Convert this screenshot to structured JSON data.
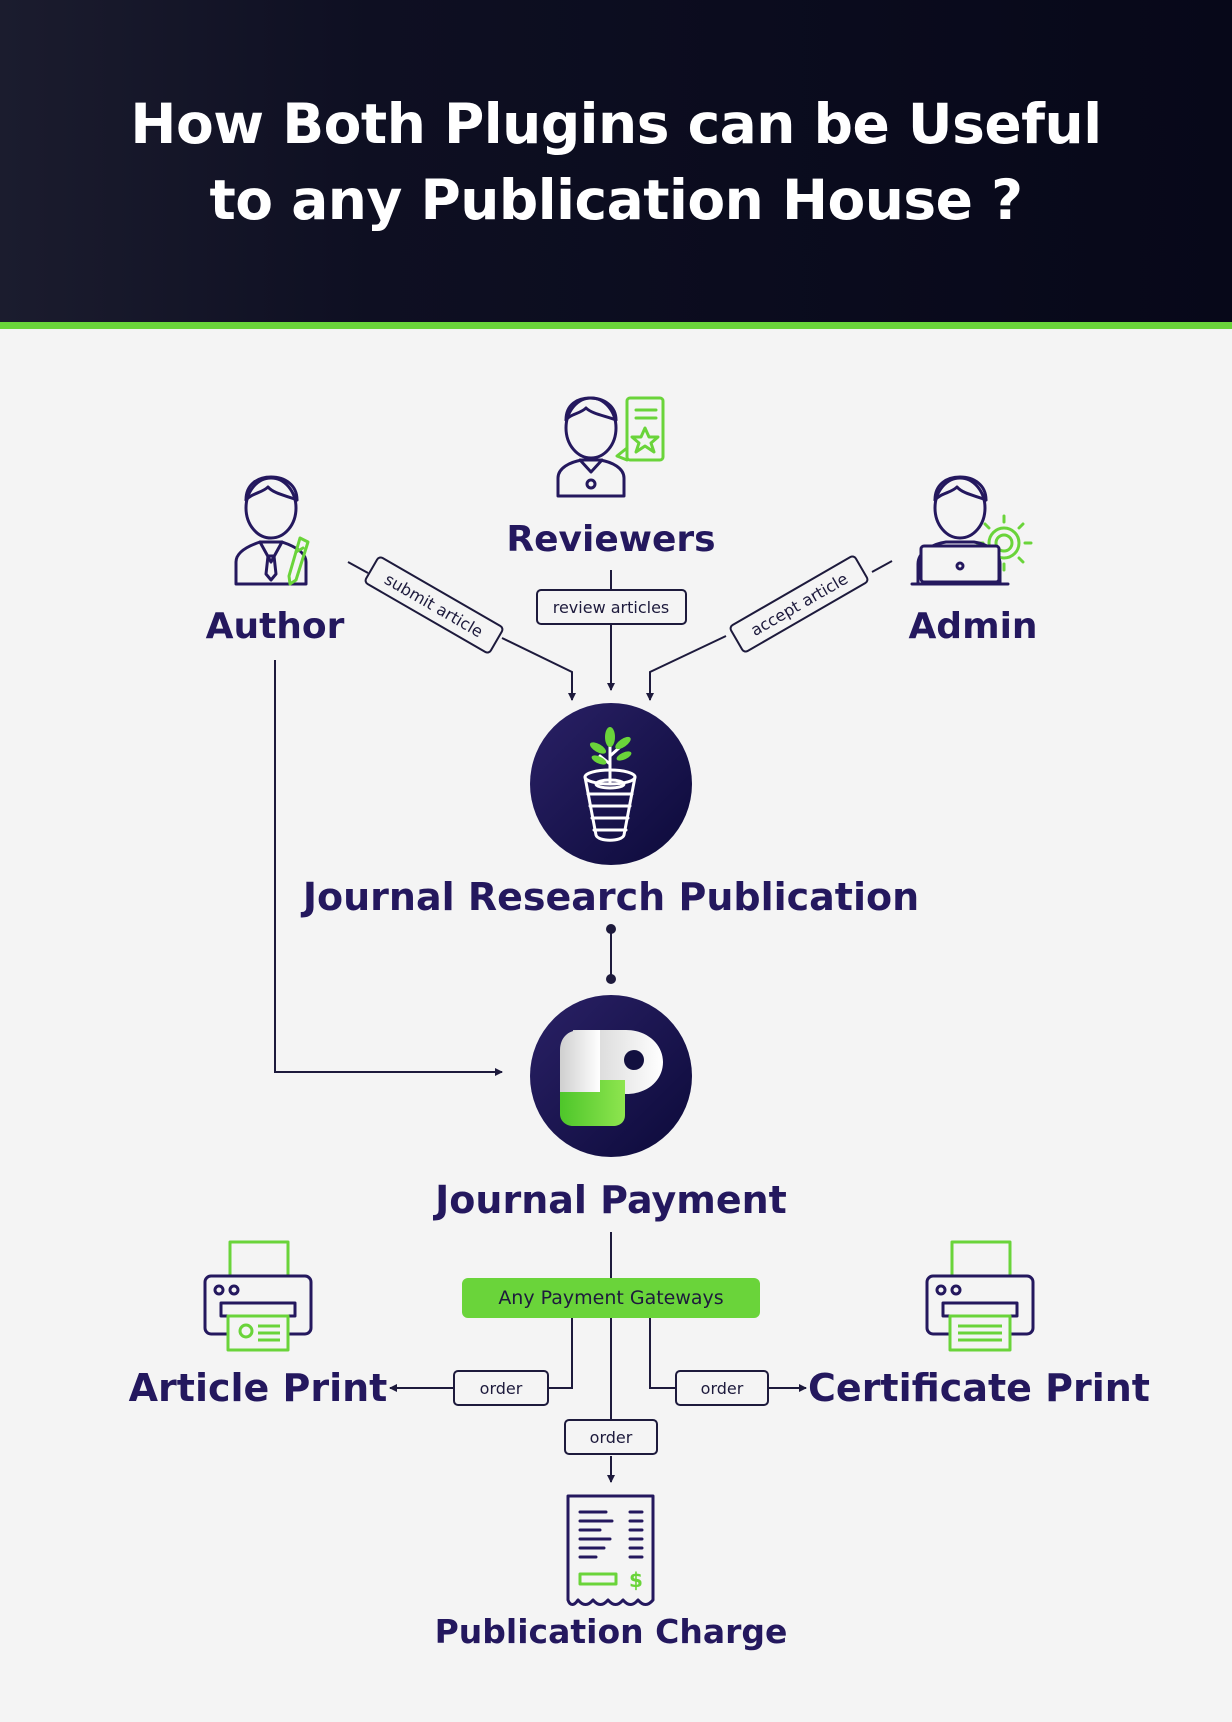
{
  "header": {
    "title_line1": "How Both Plugins can be Useful",
    "title_line2": "to any Publication House ?"
  },
  "nodes": {
    "reviewers": "Reviewers",
    "author": "Author",
    "admin": "Admin",
    "journal_research": "Journal Research Publication",
    "journal_payment": "Journal Payment",
    "article_print": "Article Print",
    "certificate_print": "Certificate Print",
    "publication_charge": "Publication Charge"
  },
  "edges": {
    "submit_article": "submit article",
    "review_articles": "review articles",
    "accept_article": "accept article",
    "gateway": "Any Payment Gateways",
    "order_left": "order",
    "order_right": "order",
    "order_bottom": "order"
  },
  "colors": {
    "navy": "#24185e",
    "green": "#6ad43a",
    "header_bg": "#0a0b1f",
    "page_bg": "#f4f4f4"
  },
  "icons": [
    "reviewer-icon",
    "author-icon",
    "admin-icon",
    "plant-cup-logo",
    "p-logo",
    "printer-icon",
    "receipt-icon"
  ]
}
